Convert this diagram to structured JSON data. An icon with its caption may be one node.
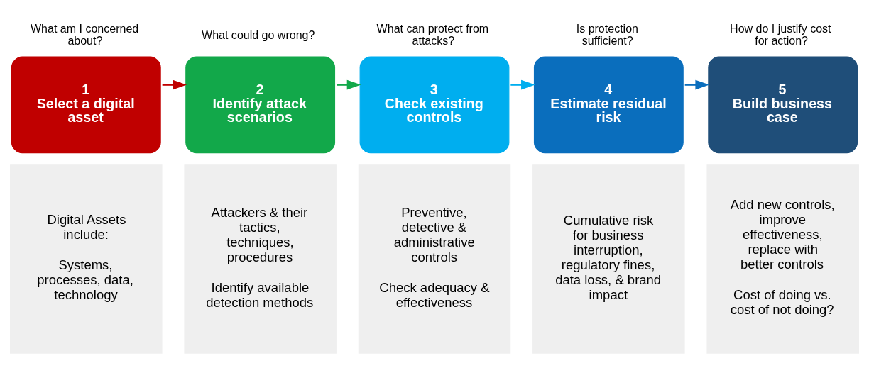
{
  "diagram": {
    "nodes": [
      {
        "text": [
          "1",
          "Select a digital asset"
        ],
        "beside": [
          "What am I concerned about?"
        ]
      },
      {
        "text": [
          "2",
          "Identify attack scenarios"
        ],
        "beside": [
          "What could go wrong?"
        ]
      },
      {
        "text": [
          "3",
          "Check existing controls"
        ],
        "beside": [
          "What can protect from attacks?"
        ]
      },
      {
        "text": [
          "4",
          "Estimate residual risk"
        ],
        "beside": [
          "Is protection sufficient?"
        ]
      },
      {
        "text": [
          "5",
          "Build business case"
        ],
        "beside": [
          "How do I justify cost for action?"
        ]
      },
      {
        "text": [
          "Digital Assets include:",
          "Systems, processes, data, technology"
        ]
      },
      {
        "text": [
          "Attackers & their tactics, techniques, procedures",
          "Identify available detection methods"
        ]
      },
      {
        "text": [
          "Preventive, detective & administrative controls",
          "Check adequacy & effectiveness"
        ]
      },
      {
        "text": [
          "Cumulative risk for business interruption, regulatory fines, data loss, & brand impact"
        ]
      },
      {
        "text": [
          "Add new controls, improve effectiveness, replace with better controls",
          "Cost of doing vs. cost of not doing?"
        ]
      }
    ],
    "edges": [
      {
        "from": 0,
        "to": 1,
        "arrow": "to",
        "color": "#c00000"
      },
      {
        "from": 1,
        "to": 2,
        "arrow": "to",
        "color": "#12a84a"
      },
      {
        "from": 2,
        "to": 3,
        "arrow": "to",
        "color": "#00aeef"
      },
      {
        "from": 3,
        "to": 4,
        "arrow": "to",
        "color": "#0a6ebd"
      }
    ]
  }
}
